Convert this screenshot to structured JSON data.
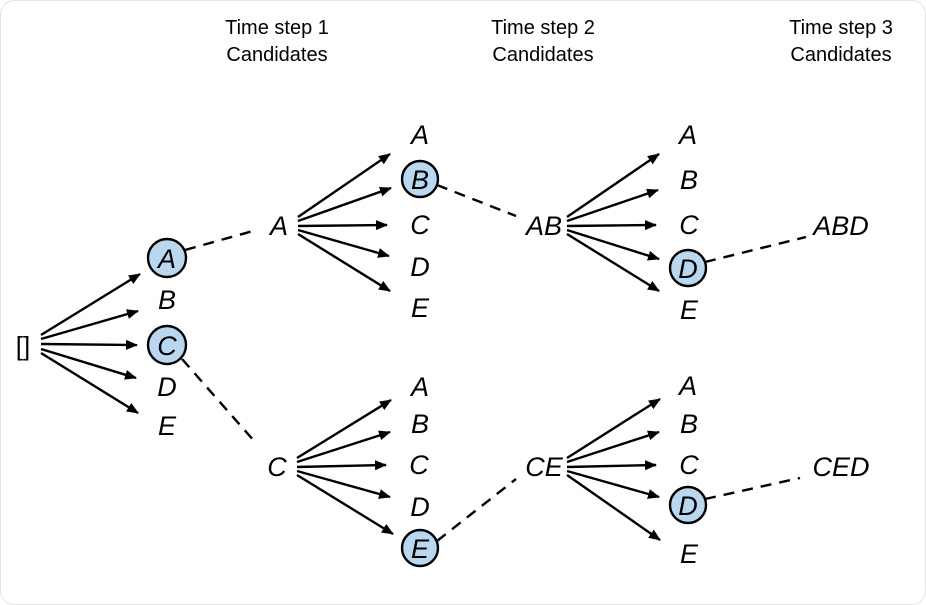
{
  "headers": [
    {
      "line1": "Time step 1",
      "line2": "Candidates"
    },
    {
      "line1": "Time step 2",
      "line2": "Candidates"
    },
    {
      "line1": "Time step 3",
      "line2": "Candidates"
    }
  ],
  "root": {
    "label": "[]"
  },
  "fans": [
    {
      "from": "[]",
      "candidates": [
        "A",
        "B",
        "C",
        "D",
        "E"
      ],
      "selected": [
        "A",
        "C"
      ]
    },
    {
      "from": "A",
      "candidates": [
        "A",
        "B",
        "C",
        "D",
        "E"
      ],
      "selected": [
        "B"
      ]
    },
    {
      "from": "C",
      "candidates": [
        "A",
        "B",
        "C",
        "D",
        "E"
      ],
      "selected": [
        "E"
      ]
    },
    {
      "from": "AB",
      "candidates": [
        "A",
        "B",
        "C",
        "D",
        "E"
      ],
      "selected": [
        "D"
      ]
    },
    {
      "from": "CE",
      "candidates": [
        "A",
        "B",
        "C",
        "D",
        "E"
      ],
      "selected": [
        "D"
      ]
    }
  ],
  "final_sequences": [
    "ABD",
    "CED"
  ],
  "colors": {
    "node_fill": "#b9d8f0",
    "node_stroke": "#000000",
    "line": "#000000",
    "text": "#000000",
    "background": "#ffffff",
    "border": "#e4e4e4"
  }
}
